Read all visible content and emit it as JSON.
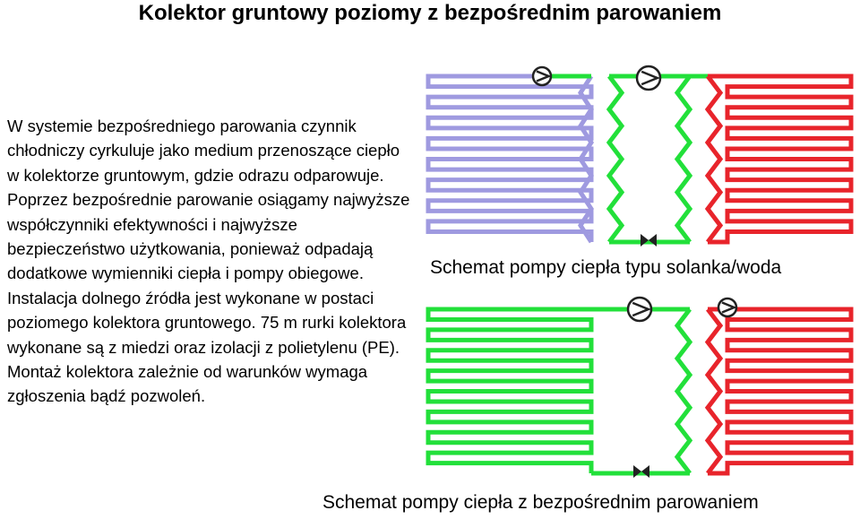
{
  "title": "Kolektor gruntowy poziomy z bezpośrednim parowaniem",
  "description": "W systemie bezpośredniego parowania czynnik chłodniczy cyrkuluje jako medium przenoszące ciepło w kolektorze gruntowym, gdzie odrazu odparowuje. Poprzez bezpośrednie parowanie osiągamy najwyższe współczynniki efektywności i najwyższe bezpieczeństwo użytkowania, ponieważ odpadają dodatkowe wymienniki ciepła i pompy obiegowe. Instalacja dolnego źródła jest wykonane w postaci poziomego kolektora gruntowego. 75 m rurki kolektora wykonane są z miedzi oraz izolacji z polietylenu (PE). Montaż kolektora zależnie od warunków wymaga zgłoszenia bądź pozwoleń.",
  "diagrams": [
    {
      "caption": "Schemat pompy ciepła typu solanka/woda",
      "loops": [
        "purple",
        "green",
        "red"
      ],
      "pumps": 2,
      "valves": 1
    },
    {
      "caption": "Schemat pompy ciepła z bezpośrednim parowaniem",
      "loops": [
        "green",
        "red"
      ],
      "pumps": 2,
      "valves": 1
    }
  ],
  "colors": {
    "purple": "#9f9ae0",
    "green": "#22e03a",
    "red": "#e8242b",
    "pump": "#222222"
  }
}
